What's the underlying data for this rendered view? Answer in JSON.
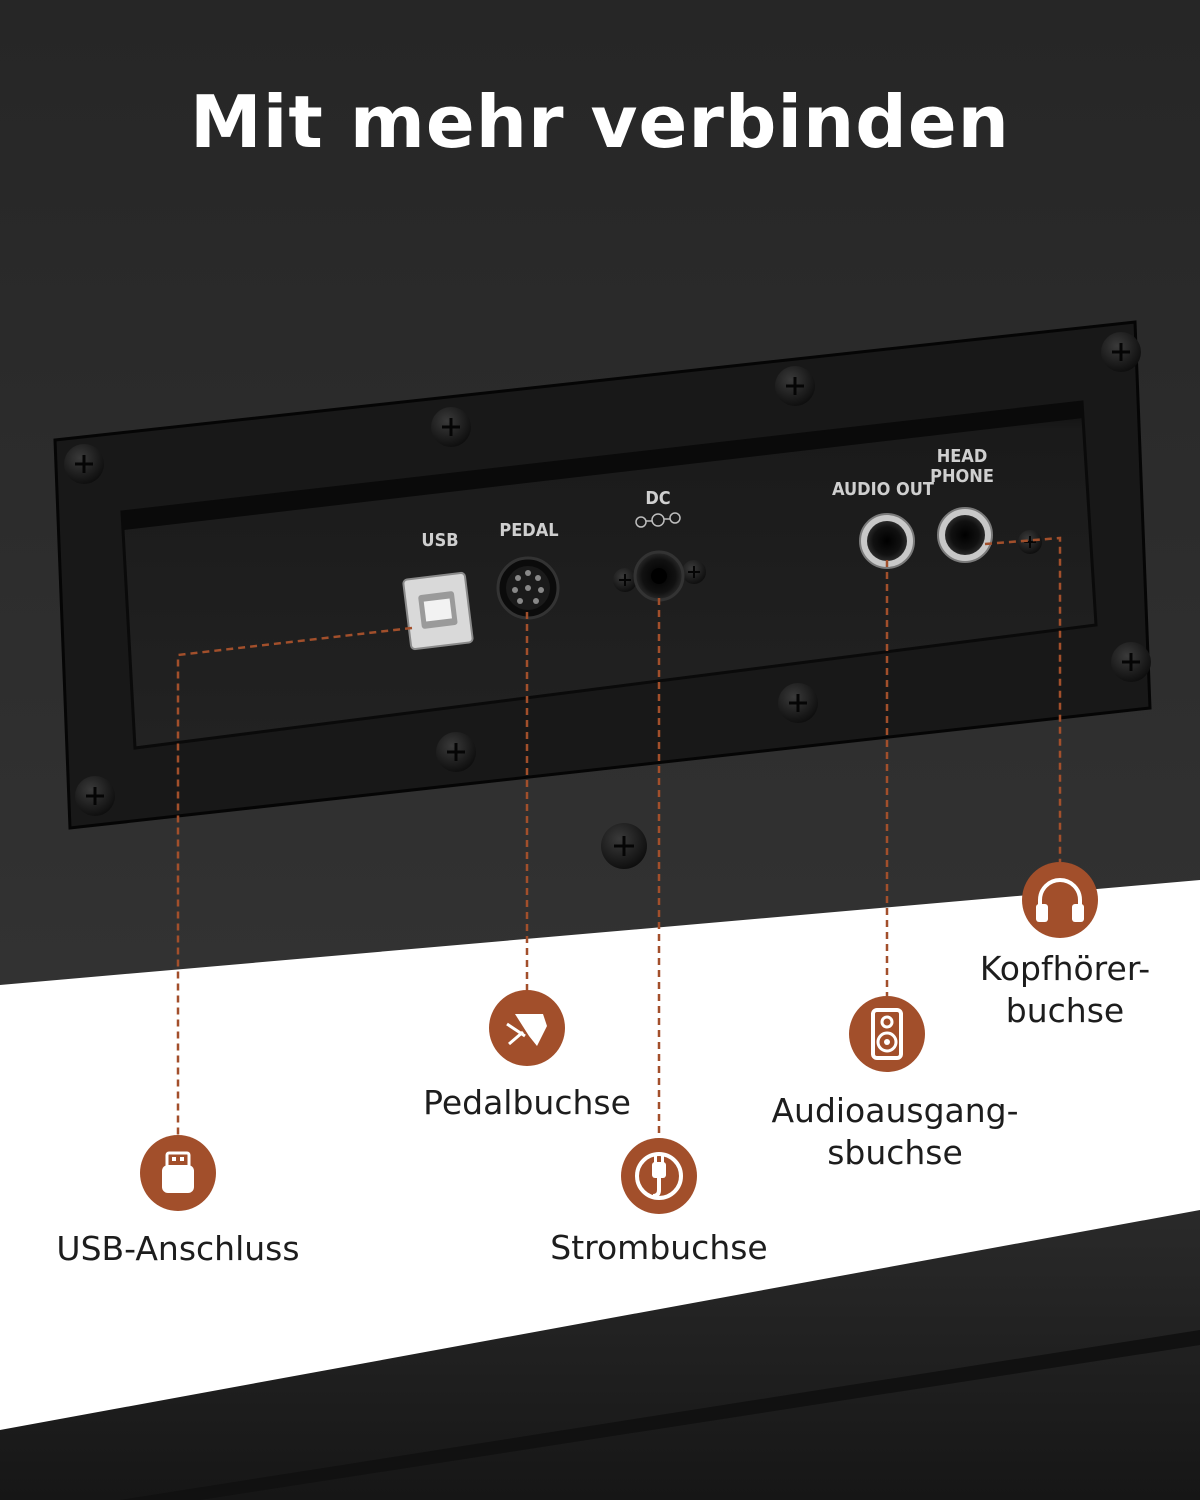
{
  "title": "Mit mehr verbinden",
  "panel_labels": {
    "usb": "USB",
    "pedal": "PEDAL",
    "dc": "DC",
    "audio_out": "AUDIO OUT",
    "headphone_line1": "HEAD",
    "headphone_line2": "PHONE"
  },
  "callouts": {
    "usb": "USB-Anschluss",
    "pedal": "Pedalbuchse",
    "power": "Strombuchse",
    "audio_line1": "Audioausgang-",
    "audio_line2": "sbuchse",
    "headphone_line1": "Kopfhörer-",
    "headphone_line2": "buchse"
  },
  "icons": {
    "usb": "usb-stick-icon",
    "pedal": "pedal-icon",
    "power": "power-plug-icon",
    "audio": "speaker-icon",
    "headphone": "headphones-icon"
  },
  "colors": {
    "accent": "#a24f2b",
    "panel": "#2b2b2b",
    "floor": "#ffffff",
    "text_dark": "#1d1d1d"
  }
}
